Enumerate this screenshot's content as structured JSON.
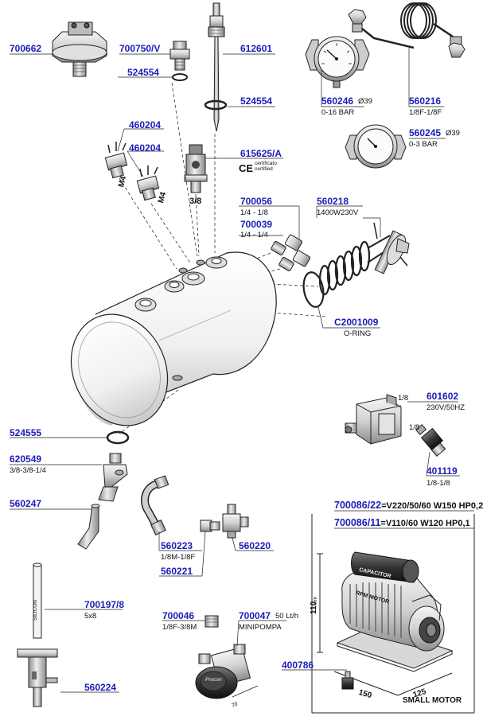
{
  "codes": {
    "c700662": "700662",
    "c700750v": "700750/V",
    "c524554a": "524554",
    "c612601": "612601",
    "c524554b": "524554",
    "c560246": "560246",
    "c560216": "560216",
    "c560245": "560245",
    "c460204a": "460204",
    "c460204b": "460204",
    "c615625a": "615625/A",
    "c700056": "700056",
    "c700039": "700039",
    "c560218": "560218",
    "cC2001009": "C2001009",
    "c601602": "601602",
    "c401119": "401119",
    "c524555": "524555",
    "c620549": "620549",
    "c560247": "560247",
    "c560223": "560223",
    "c560220": "560220",
    "c560221": "560221",
    "c700086_22": "700086/22",
    "c700086_11": "700086/11",
    "c700197_8": "700197/8",
    "c700046": "700046",
    "c700047": "700047",
    "c400786": "400786",
    "c560224": "560224"
  },
  "notes": {
    "d560246": "Ø39",
    "r560246": "0-16 BAR",
    "r560216": "1/8F-1/8F",
    "d560245": "Ø39",
    "r560245": "0-3 BAR",
    "ce_mark": "CE",
    "certified": "certificato\ncertified",
    "thread_38": "3/8",
    "m4a": "M4",
    "m4b": "M4",
    "r700056": "1/4 - 1/8",
    "r700039": "1/4 - 1/4",
    "r560218": "1400W230V",
    "oring": "O-RING",
    "v601602": "230V/50HZ",
    "t601602a": "1/8",
    "t601602b": "1/8",
    "r401119": "1/8-1/8",
    "r620549": "3/8-3/8-1/4",
    "r560223": "1/8M-1/8F",
    "silicon": "SILICON",
    "r700197": "5x8",
    "r700046": "1/8F-3/8M",
    "r700047": "50 Lt/h",
    "minipompa": "MINIPOMPA",
    "spec22": "=V220/50/60 W150 HP0,2",
    "spec11": "=V110/60 W120 HP0,1",
    "dim110": "110",
    "dim150": "150",
    "dim125": "125",
    "unit_mm": "mm",
    "dim70": "70",
    "small_motor": "SMALL MOTOR",
    "capacitor": "CAPACITOR",
    "rpm_motor": "RPM MOTOR",
    "procon": "Procon"
  }
}
